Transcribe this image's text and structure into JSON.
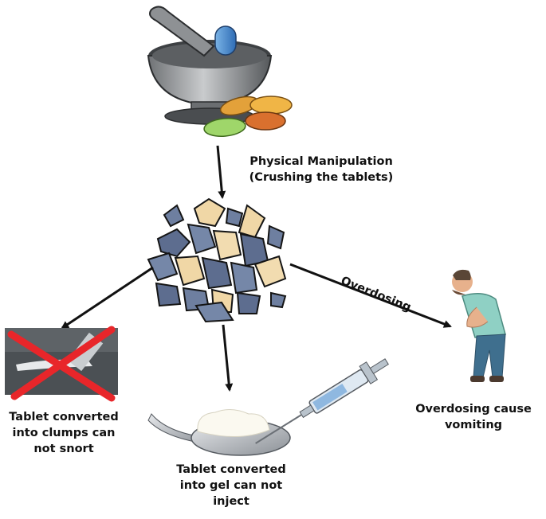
{
  "diagram": {
    "labels": {
      "crushing": [
        "Physical Manipulation",
        "(Crushing the tablets)"
      ],
      "overdosing_arrow": "Overdosing",
      "snort": [
        "Tablet converted",
        "into clumps can",
        "not snort"
      ],
      "gel": [
        "Tablet converted",
        "into gel can not",
        "inject"
      ],
      "vomit": [
        "Overdosing cause",
        "vomiting"
      ]
    },
    "icons": {
      "top": "mortar-pestle-pills-icon",
      "center": "crushed-tablet-fragments-icon",
      "left": "crossed-out-snorting-icon",
      "bottom": "spoon-gel-syringe-icon",
      "right": "vomiting-person-icon"
    },
    "colors": {
      "arrow": "#111111",
      "cross": "#e8262a",
      "text": "#111111"
    }
  }
}
